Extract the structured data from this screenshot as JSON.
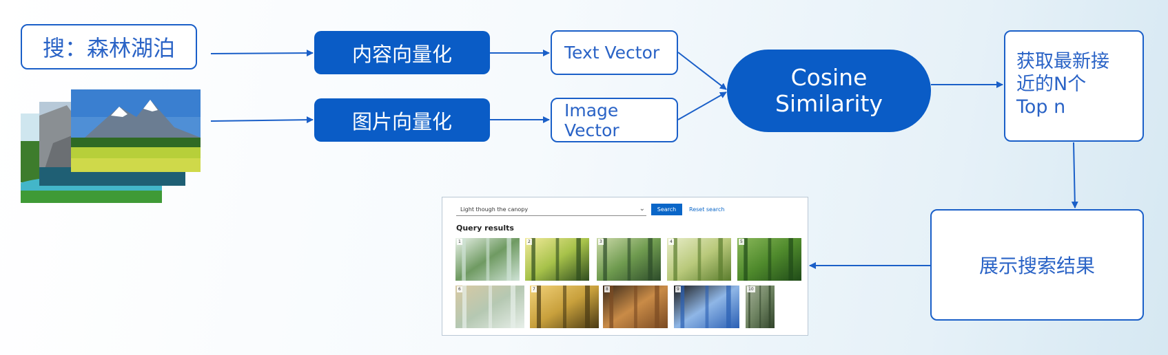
{
  "query_label": "搜：森林湖泊",
  "text_vectorize": "内容向量化",
  "image_vectorize": "图片向量化",
  "text_vector": "Text Vector",
  "image_vector": "Image Vector",
  "cosine": {
    "line1": "Cosine",
    "line2": "Similarity"
  },
  "topn": {
    "line1": "获取最新接",
    "line2": "近的N个",
    "line3": "Top n"
  },
  "display_results": "展示搜索结果",
  "search_ui": {
    "input_value": "Light though the canopy",
    "search_button": "Search",
    "reset_link": "Reset search",
    "results_title": "Query results",
    "thumbnails": [
      {
        "num": "1",
        "colors": [
          "#cfe3d6",
          "#6f9a62",
          "#e9f2e9"
        ]
      },
      {
        "num": "2",
        "colors": [
          "#2f4d1e",
          "#a7c24a",
          "#f1ea9a"
        ]
      },
      {
        "num": "3",
        "colors": [
          "#2c4b2a",
          "#6f9b4f",
          "#cbd9a8"
        ]
      },
      {
        "num": "4",
        "colors": [
          "#5a7c2d",
          "#b9c97b",
          "#e8edc8"
        ]
      },
      {
        "num": "5",
        "colors": [
          "#1f4a18",
          "#4f8a2c",
          "#8ab85a"
        ]
      },
      {
        "num": "6",
        "colors": [
          "#e7efe9",
          "#b5c8b2",
          "#d8c9a3"
        ]
      },
      {
        "num": "7",
        "colors": [
          "#4a3a14",
          "#c8a03c",
          "#f2d27a"
        ]
      },
      {
        "num": "8",
        "colors": [
          "#7a4a22",
          "#c98b47",
          "#3b2a1a"
        ]
      },
      {
        "num": "9",
        "colors": [
          "#2a5fb4",
          "#8fb6e6",
          "#1b1b1b"
        ]
      },
      {
        "num": "10",
        "colors": [
          "#31442a",
          "#6f8462",
          "#a9b39c"
        ]
      }
    ]
  }
}
